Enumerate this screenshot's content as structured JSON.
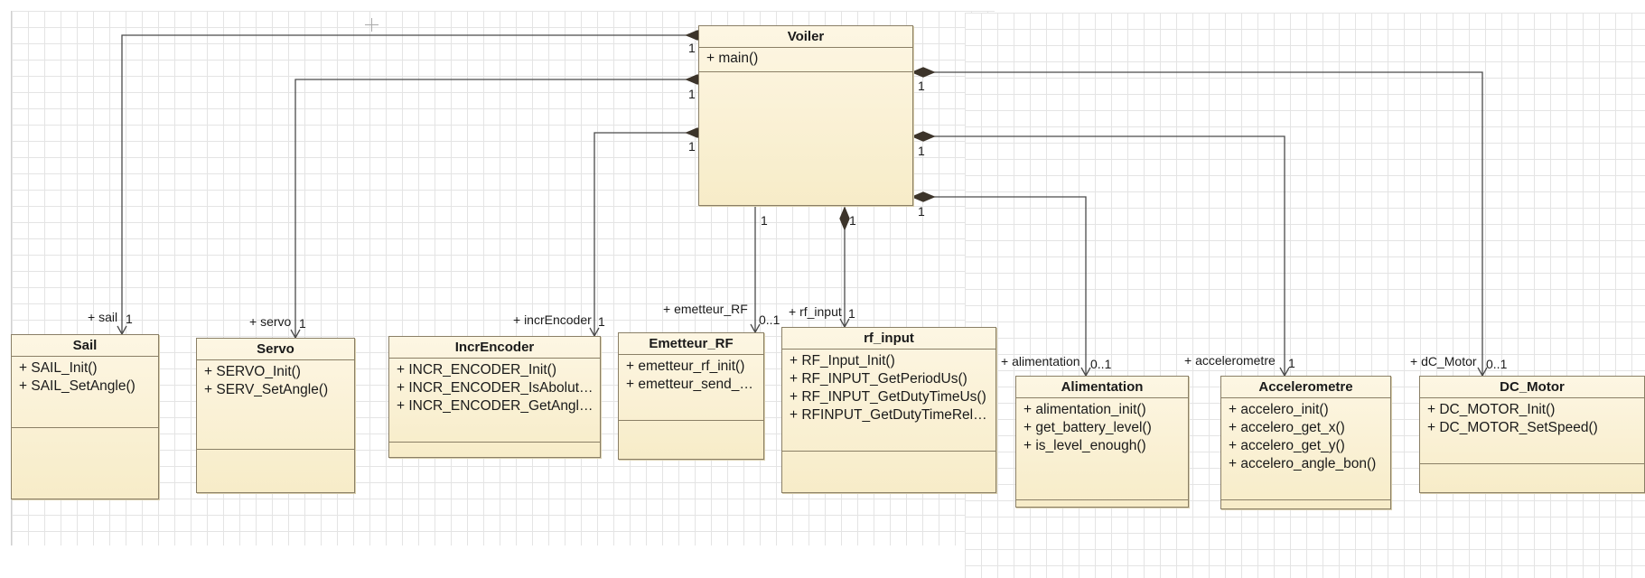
{
  "diagram": {
    "composite_class": {
      "name": "Voiler",
      "operations": [
        "+ main()"
      ]
    },
    "classes": [
      {
        "key": "sail",
        "name": "Sail",
        "operations": [
          "+ SAIL_Init()",
          "+ SAIL_SetAngle()"
        ]
      },
      {
        "key": "servo",
        "name": "Servo",
        "operations": [
          "+ SERVO_Init()",
          "+ SERV_SetAngle()"
        ]
      },
      {
        "key": "incr",
        "name": "IncrEncoder",
        "operations": [
          "+ INCR_ENCODER_Init()",
          "+ INCR_ENCODER_IsAbolute()",
          "+ INCR_ENCODER_GetAngle()"
        ]
      },
      {
        "key": "emetteur",
        "name": "Emetteur_RF",
        "operations": [
          "+ emetteur_rf_init()",
          "+ emetteur_send_b..."
        ]
      },
      {
        "key": "rf",
        "name": "rf_input",
        "operations": [
          "+ RF_Input_Init()",
          "+ RF_INPUT_GetPeriodUs()",
          "+ RF_INPUT_GetDutyTimeUs()",
          "+ RFINPUT_GetDutyTimeRelat..."
        ]
      },
      {
        "key": "alim",
        "name": "Alimentation",
        "operations": [
          "+ alimentation_init()",
          "+ get_battery_level()",
          "+ is_level_enough()"
        ]
      },
      {
        "key": "accel",
        "name": "Accelerometre",
        "operations": [
          "+ accelero_init()",
          "+ accelero_get_x()",
          "+ accelero_get_y()",
          "+ accelero_angle_bon()"
        ]
      },
      {
        "key": "dcm",
        "name": "DC_Motor",
        "operations": [
          "+ DC_MOTOR_Init()",
          "+ DC_MOTOR_SetSpeed()"
        ]
      }
    ],
    "associations": [
      {
        "key": "sail",
        "role": "+ sail",
        "source_multiplicity": "1",
        "target_multiplicity": "1"
      },
      {
        "key": "servo",
        "role": "+ servo",
        "source_multiplicity": "1",
        "target_multiplicity": "1"
      },
      {
        "key": "incr",
        "role": "+ incrEncoder",
        "source_multiplicity": "1",
        "target_multiplicity": "1"
      },
      {
        "key": "emetteur",
        "role": "+ emetteur_RF",
        "source_multiplicity": "1",
        "target_multiplicity": "0..1"
      },
      {
        "key": "rf",
        "role": "+ rf_input",
        "source_multiplicity": "1",
        "target_multiplicity": "1"
      },
      {
        "key": "alim",
        "role": "+ alimentation",
        "source_multiplicity": "1",
        "target_multiplicity": "0..1"
      },
      {
        "key": "accel",
        "role": "+ accelerometre",
        "source_multiplicity": "1",
        "target_multiplicity": "1"
      },
      {
        "key": "dcm",
        "role": "+ dC_Motor",
        "source_multiplicity": "1",
        "target_multiplicity": "0..1"
      }
    ]
  },
  "colors": {
    "class_fill_top": "#fdf6e3",
    "class_fill_bottom": "#f7ecc8",
    "class_border": "#8a7f66",
    "connector": "#4a4a4a",
    "grid_line": "#e4e4e4"
  }
}
